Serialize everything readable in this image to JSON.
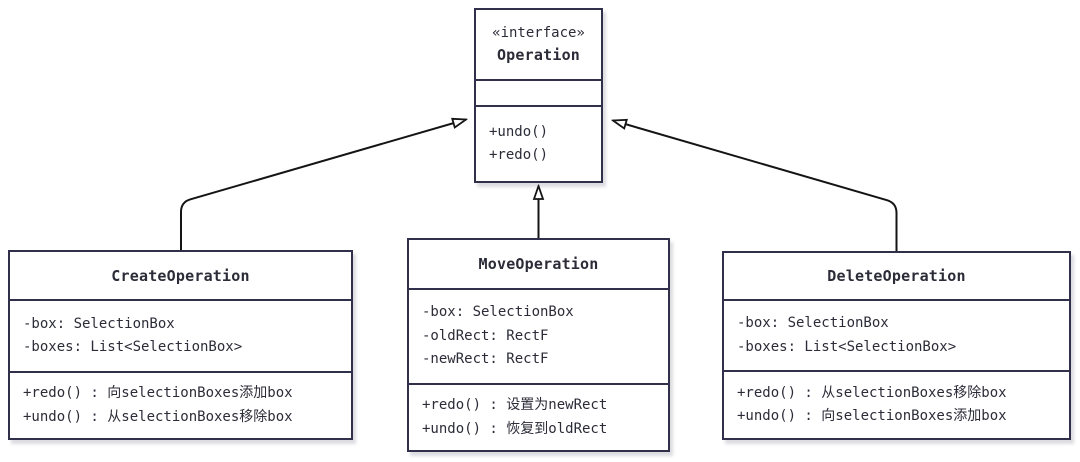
{
  "diagram": {
    "interface": {
      "stereotype": "«interface»",
      "name": "Operation",
      "methods": [
        "+undo()",
        "+redo()"
      ]
    },
    "classes": [
      {
        "name": "CreateOperation",
        "attributes": [
          "-box: SelectionBox",
          "-boxes: List<SelectionBox>"
        ],
        "methods": [
          "+redo() : 向selectionBoxes添加box",
          "+undo() : 从selectionBoxes移除box"
        ]
      },
      {
        "name": "MoveOperation",
        "attributes": [
          "-box: SelectionBox",
          "-oldRect: RectF",
          "-newRect: RectF"
        ],
        "methods": [
          "+redo() : 设置为newRect",
          "+undo() : 恢复到oldRect"
        ]
      },
      {
        "name": "DeleteOperation",
        "attributes": [
          "-box: SelectionBox",
          "-boxes: List<SelectionBox>"
        ],
        "methods": [
          "+redo() : 从selectionBoxes移除box",
          "+undo() : 向selectionBoxes添加box"
        ]
      }
    ],
    "relations": [
      {
        "from": "CreateOperation",
        "to": "Operation",
        "type": "realization"
      },
      {
        "from": "MoveOperation",
        "to": "Operation",
        "type": "realization"
      },
      {
        "from": "DeleteOperation",
        "to": "Operation",
        "type": "realization"
      }
    ],
    "colors": {
      "border": "#30304a",
      "line": "#141414",
      "text": "#2c2c38",
      "background": "#ffffff"
    }
  }
}
